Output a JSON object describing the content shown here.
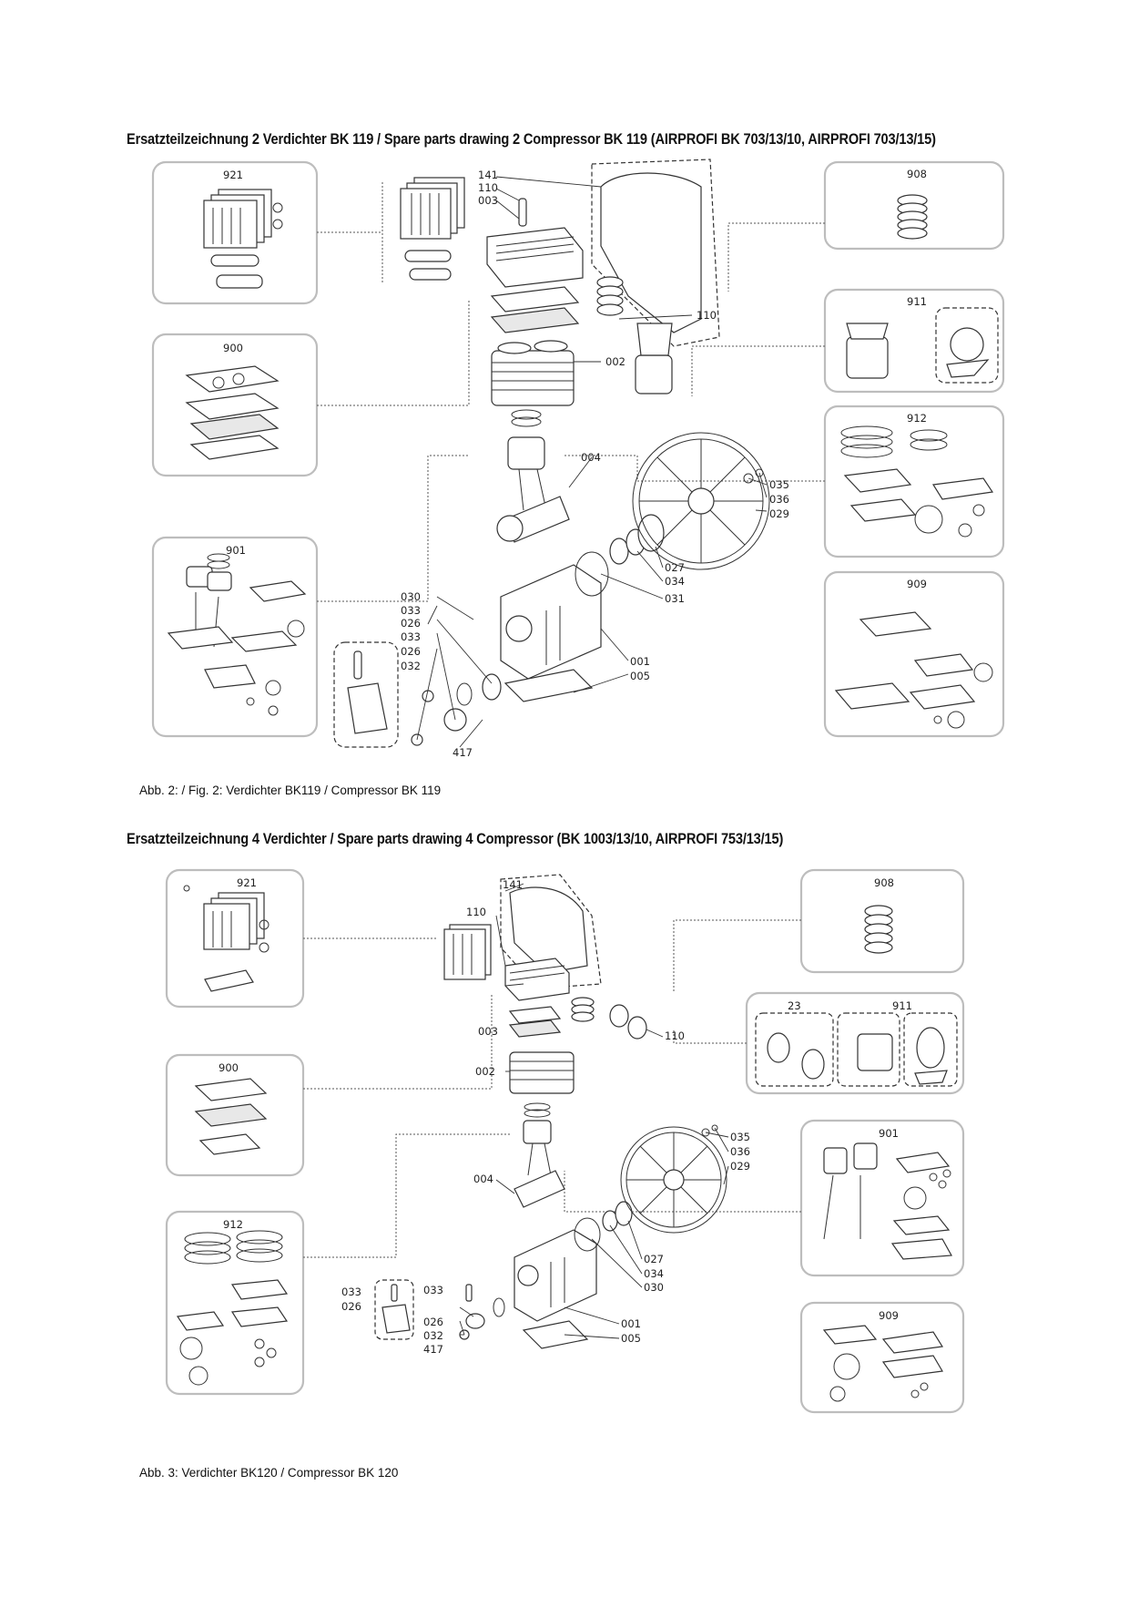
{
  "drawing2": {
    "heading": "Ersatzteilzeichnung 2 Verdichter BK 119 / Spare parts drawing 2 Compressor BK 119 (AIRPROFI BK 703/13/10, AIRPROFI 703/13/15)",
    "caption": "Abb. 2: / Fig. 2:  Verdichter BK119 / Compressor BK 119",
    "kits": {
      "k921": "921",
      "k900": "900",
      "k901": "901",
      "k908": "908",
      "k911": "911",
      "k912": "912",
      "k909": "909"
    },
    "parts": {
      "p141": "141",
      "p110a": "110",
      "p003": "003",
      "p110b": "110",
      "p002": "002",
      "p004": "004",
      "p035": "035",
      "p036": "036",
      "p029": "029",
      "p027": "027",
      "p034": "034",
      "p031": "031",
      "p030": "030",
      "p033a": "033",
      "p026a": "026",
      "p033b": "033",
      "p026b": "026",
      "p032": "032",
      "p417": "417",
      "p001": "001",
      "p005": "005"
    }
  },
  "drawing4": {
    "heading": "Ersatzteilzeichnung 4 Verdichter / Spare parts drawing 4 Compressor (BK 1003/13/10, AIRPROFI 753/13/15)",
    "caption": "Abb. 3:   Verdichter BK120 / Compressor BK 120",
    "kits": {
      "k921": "921",
      "k900": "900",
      "k912": "912",
      "k908": "908",
      "k23": "23",
      "k911": "911",
      "k901": "901",
      "k909": "909"
    },
    "parts": {
      "p141": "141",
      "p110a": "110",
      "p003": "003",
      "p110b": "110",
      "p002": "002",
      "p004": "004",
      "p035": "035",
      "p036": "036",
      "p029": "029",
      "p027": "027",
      "p034": "034",
      "p030": "030",
      "p033a": "033",
      "p026a": "026",
      "p033b": "033",
      "p026b": "026",
      "p032": "032",
      "p417": "417",
      "p001": "001",
      "p005": "005"
    }
  }
}
